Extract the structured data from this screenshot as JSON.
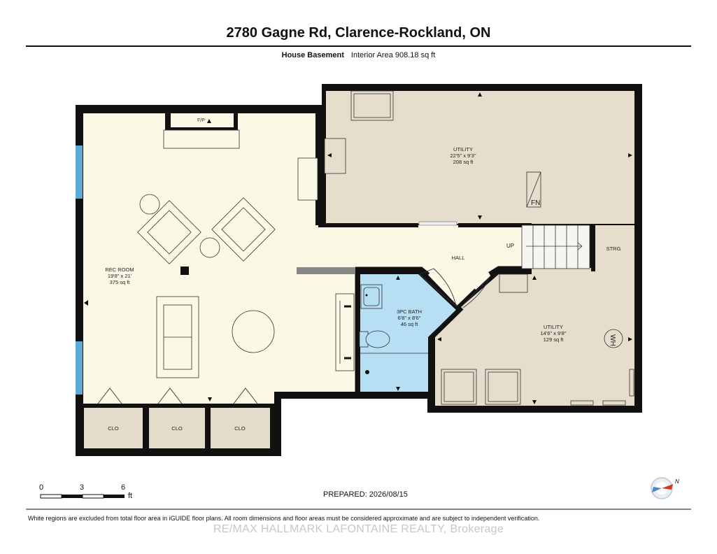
{
  "header": {
    "title": "2780 Gagne Rd, Clarence-Rockland, ON",
    "floor": "House Basement",
    "interior_area": "Interior Area 908.18 sq ft"
  },
  "rooms": {
    "rec_room": {
      "name": "REC ROOM",
      "dims": "19'8\" x 21'",
      "area": "375 sq ft"
    },
    "utility_top": {
      "name": "UTILITY",
      "dims": "22'5\" x 9'3\"",
      "area": "208 sq ft"
    },
    "hall": {
      "name": "HALL"
    },
    "bath": {
      "name": "3PC BATH",
      "dims": "6'8\" x 8'6\"",
      "area": "46 sq ft"
    },
    "utility_bottom": {
      "name": "UTILITY",
      "dims": "14'6\" x 9'8\"",
      "area": "129 sq ft"
    },
    "storage": {
      "name": "STRG"
    },
    "closets": [
      "CLO",
      "CLO",
      "CLO"
    ]
  },
  "labels": {
    "fireplace": "F/P",
    "furnace": "FN",
    "water_heater": "WH",
    "stairs_up": "UP"
  },
  "scale": {
    "ticks": [
      "0",
      "3",
      "6"
    ],
    "unit": "ft"
  },
  "prepared": "PREPARED: 2026/08/15",
  "footer_note": "White regions are excluded from total floor area in iGUIDE floor plans. All room dimensions and floor areas must be considered approximate and are subject to independent verification.",
  "watermark": "RE/MAX HALLMARK LAFONTAINE REALTY, Brokerage",
  "compass_label": "N",
  "colors": {
    "rec": "#fbf8e6",
    "utility": "#e6ddcd",
    "closet": "#e3dccb",
    "bath": "#b6dff3",
    "window": "#5aa9d6",
    "wall": "#111111"
  }
}
